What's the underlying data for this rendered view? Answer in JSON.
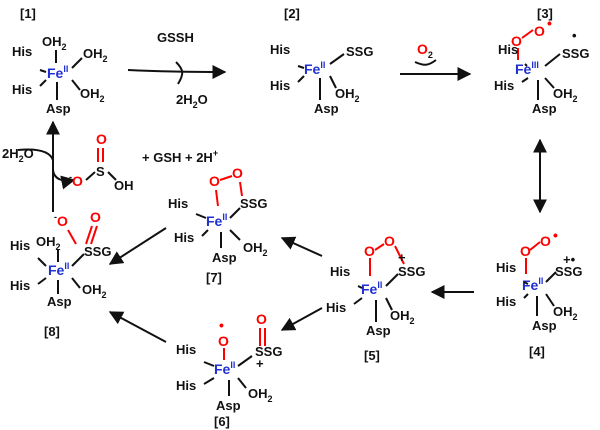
{
  "colors": {
    "iron": "#1f2fd0",
    "oxygen": "#ff0000",
    "ink": "#111111"
  },
  "ligands": {
    "his": "His",
    "asp": "Asp",
    "water": "OH",
    "water_sub": "2",
    "ssg": "SSG",
    "ox": "O"
  },
  "iron": {
    "base": "Fe",
    "ox2": "II",
    "ox3": "III"
  },
  "radical": {
    "dot": "•",
    "plus": "+",
    "minus": "-"
  },
  "species_labels": [
    "[1]",
    "[2]",
    "[3]",
    "[4]",
    "[5]",
    "[6]",
    "[7]",
    "[8]"
  ],
  "reagents": {
    "gssh": "GSSH",
    "water_out": "2H",
    "water_out_sub": "2",
    "water_out_tail": "O",
    "o2_atom": "O",
    "o2_sub": "2",
    "water_in": "2H",
    "water_in_sub": "2",
    "water_in_tail": "O",
    "sulfite_s": "S",
    "sulfite_oh": "OH",
    "sulfite_rest": "+  GSH + 2H",
    "sulfite_sup": "+"
  }
}
